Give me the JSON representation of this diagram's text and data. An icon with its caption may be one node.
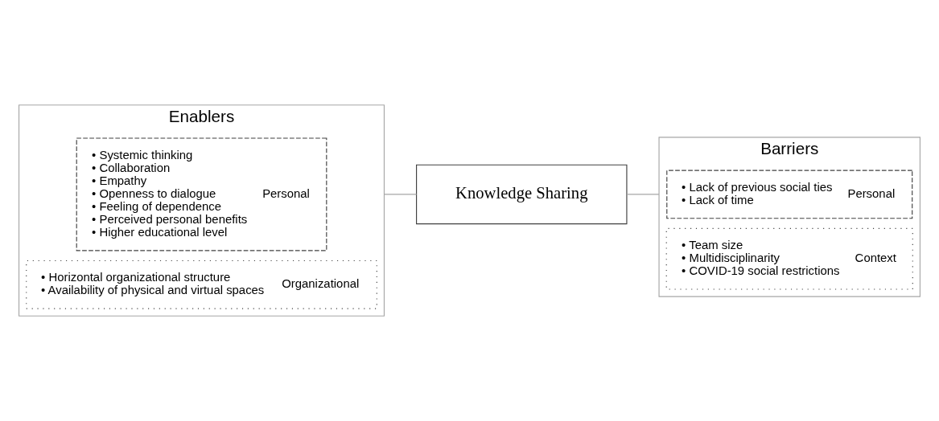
{
  "diagram": {
    "nodes": [
      {
        "text": [
          "Enablers"
        ]
      },
      {
        "text": [
          "• Systemic thinking",
          "• Collaboration",
          "• Empathy",
          "• Openness to dialogue",
          "• Feeling of dependence",
          "• Perceived personal benefits",
          "• Higher educational level",
          "Personal"
        ],
        "in": 0
      },
      {
        "text": [
          "• Horizontal organizational structure",
          "• Availability of physical and virtual spaces",
          "Organizational"
        ],
        "in": 0
      },
      {
        "text": [
          "Knowledge Sharing"
        ]
      },
      {
        "text": [
          "Barriers"
        ]
      },
      {
        "text": [
          "• Lack of previous social ties",
          "• Lack of time",
          "Personal"
        ],
        "in": 4
      },
      {
        "text": [
          "• Team size",
          "• Multidisciplinarity",
          "• COVID-19 social restrictions",
          "Context"
        ],
        "in": 4
      }
    ],
    "edges": [
      {
        "from": 0,
        "to": 3,
        "arrow": "none"
      },
      {
        "from": 3,
        "to": 4,
        "arrow": "none"
      }
    ]
  }
}
